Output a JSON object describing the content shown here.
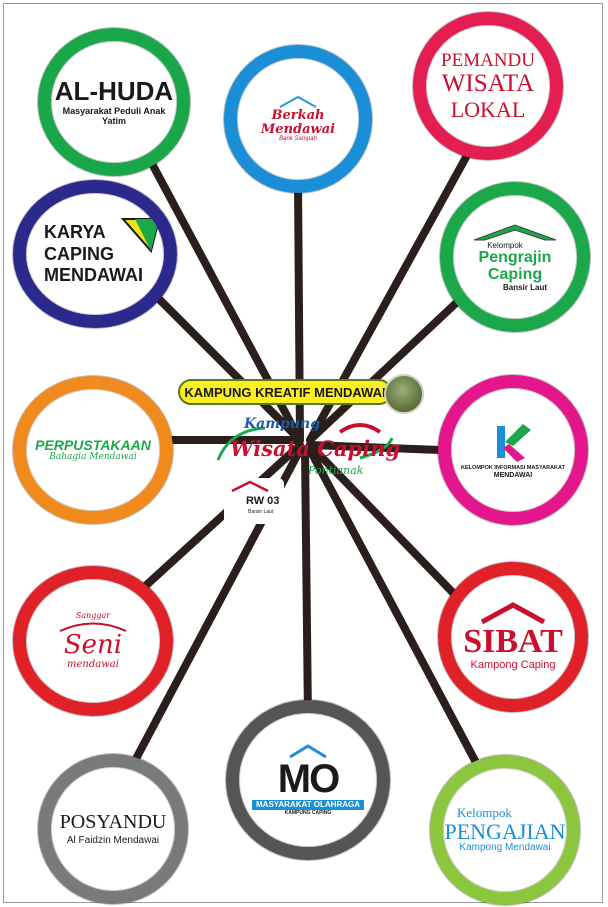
{
  "center": {
    "banner": "KAMPUNG KREATIF MENDAWAI",
    "logo_line1": "Kampung",
    "logo_line2": "Wisata Caping",
    "logo_line3": "Pontianak",
    "rw_label": "RW 03",
    "rw_sub": "Bansir Laut"
  },
  "nodes": {
    "alhuda": {
      "title": "AL-HUDA",
      "subtitle": "Masyarakat Peduli Anak Yatim",
      "color": "#19a74a"
    },
    "berkah": {
      "title": "Berkah Mendawai",
      "subtitle": "Bank Sampah",
      "color": "#1a8fd8"
    },
    "pemandu": {
      "line1": "PEMANDU",
      "line2": "WISATA",
      "line3": "LOKAL",
      "color": "#e41e50"
    },
    "karya": {
      "line1": "KARYA",
      "line2": "CAPING",
      "line3": "MENDAWAI",
      "color": "#2b2a8c"
    },
    "pengrajin": {
      "line1": "Kelompok",
      "line2": "Pengrajin",
      "line3": "Caping",
      "line4": "Bansir Laut",
      "color": "#1aa84a"
    },
    "perpustakaan": {
      "title": "PERPUSTAKAAN",
      "subtitle": "Bahagia Mendawai",
      "color": "#f08a1c"
    },
    "kim": {
      "line1": "KELOMPOK INFORMASI MASYARAKAT",
      "line2": "MENDAWAI",
      "color": "#e3168c"
    },
    "seni": {
      "line1": "Sanggar",
      "line2": "Seni",
      "line3": "mendawai",
      "color": "#e02128"
    },
    "sibat": {
      "title": "SIBAT",
      "subtitle": "Kampong Caping",
      "color": "#e02128"
    },
    "posyandu": {
      "title": "POSYANDU",
      "subtitle": "Al Faidzin Mendawai",
      "color": "#7a7a7a"
    },
    "mo": {
      "title": "MO",
      "subtitle": "MASYARAKAT OLAHRAGA",
      "sub2": "KAMPUNG CAPING",
      "color": "#555555"
    },
    "pengajian": {
      "line1": "Kelompok",
      "line2": "PENGAJIAN",
      "line3": "Kampong Mendawai",
      "color": "#8cc63f"
    }
  }
}
